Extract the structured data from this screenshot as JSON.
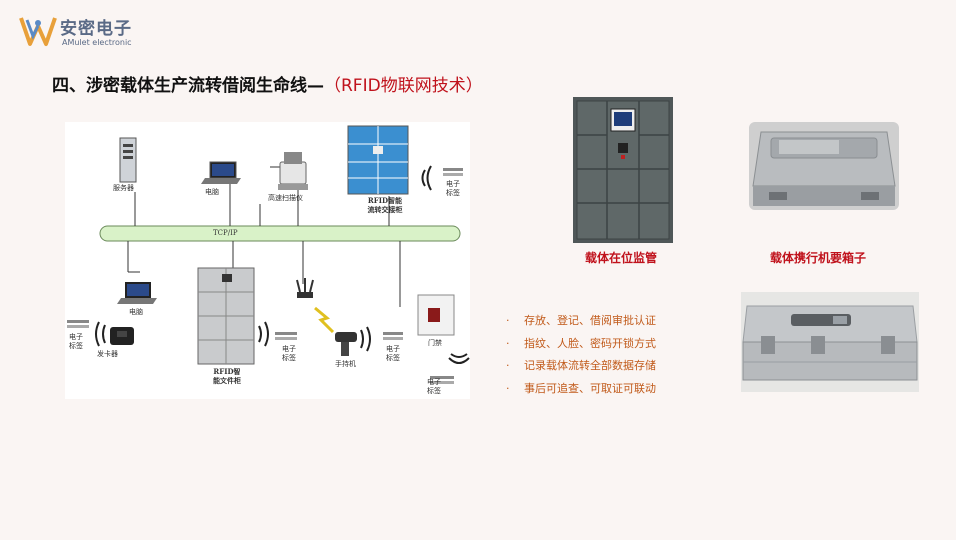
{
  "header": {
    "logo_cn": "安密电子",
    "logo_en": "AMulet electronic",
    "logo_color": "#5a6a86"
  },
  "title": {
    "main": "四、涉密载体生产流转借阅生命线—",
    "highlight": "（RFID物联网技术）",
    "highlight_color": "#c0121c"
  },
  "diagram": {
    "labels": {
      "server": "服务器",
      "pc_top": "电脑",
      "scanner": "高速扫描仪",
      "cabinet_top": "RFID智能流转交接柜",
      "tag_top": "电子标签",
      "network": "TCP/IP",
      "pc_left": "电脑",
      "card_issuer": "发卡器",
      "tag_left": "电子标签",
      "file_cabinet": "RFID智能文件柜",
      "tag_mid": "电子标签",
      "handheld": "手持机",
      "tag_hand": "电子标签",
      "access_control": "门禁",
      "tag_door": "电子标签"
    }
  },
  "photos": {
    "locker_caption": "载体在位监管",
    "case_caption": "载体携行机要箱子"
  },
  "bullets": [
    "存放、登记、借阅审批认证",
    "指纹、人脸、密码开锁方式",
    "记录载体流转全部数据存储",
    "事后可追查、可取证可联动"
  ],
  "colors": {
    "accent": "#c0121c",
    "bullet": "#c15a1a"
  }
}
